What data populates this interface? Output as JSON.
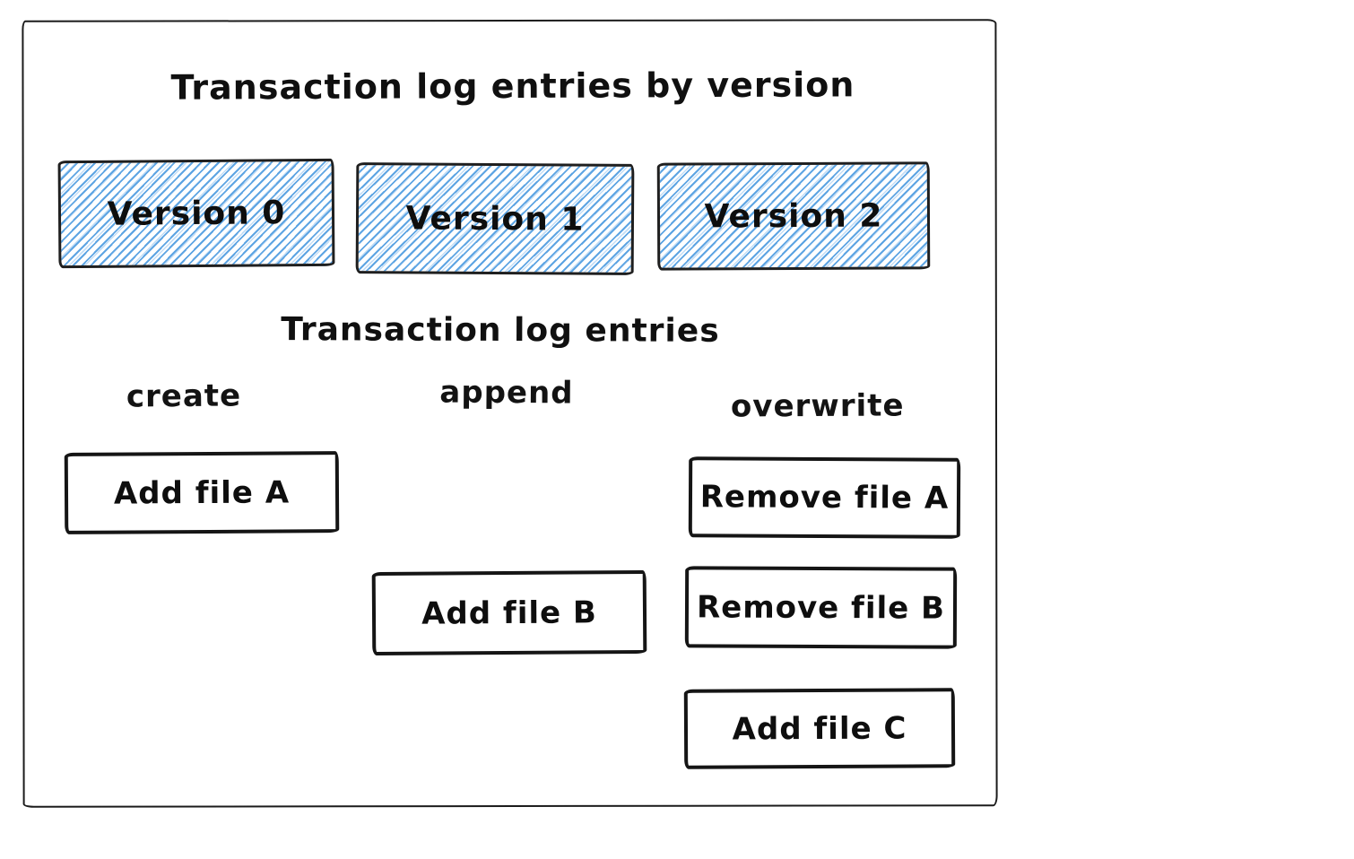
{
  "titles": {
    "main": "Transaction log entries by version",
    "log": "Transaction log entries"
  },
  "versions": [
    {
      "label": "Version 0"
    },
    {
      "label": "Version 1"
    },
    {
      "label": "Version 2"
    }
  ],
  "columns": [
    {
      "label": "create"
    },
    {
      "label": "append"
    },
    {
      "label": "overwrite"
    }
  ],
  "entries": [
    {
      "label": "Add file A",
      "column": "create"
    },
    {
      "label": "Remove file A",
      "column": "overwrite"
    },
    {
      "label": "Add file B",
      "column": "append"
    },
    {
      "label": "Remove file B",
      "column": "overwrite"
    },
    {
      "label": "Add file C",
      "column": "overwrite"
    }
  ],
  "colors": {
    "hatch_blue": "#4d9be0",
    "stroke_black": "#1b1b1b",
    "background": "#ffffff"
  }
}
